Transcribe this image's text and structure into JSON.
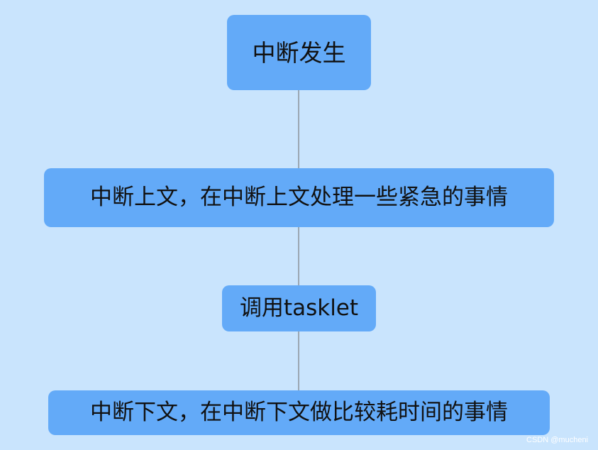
{
  "colors": {
    "background": "#c9e4fd",
    "node_fill": "#63aaf8",
    "connector": "#9aa6b2",
    "text": "#111111"
  },
  "flow": {
    "nodes": [
      {
        "label": "中断发生"
      },
      {
        "label": "中断上文，在中断上文处理一些紧急的事情"
      },
      {
        "label": "调用tasklet"
      },
      {
        "label": "中断下文，在中断下文做比较耗时间的事情"
      }
    ]
  },
  "watermark": "CSDN @mucheni"
}
